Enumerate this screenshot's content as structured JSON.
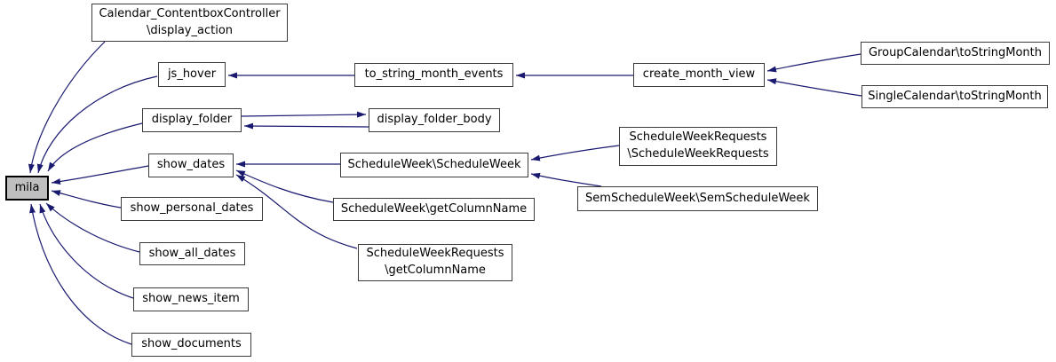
{
  "diagram": {
    "kind": "doxygen-caller-graph",
    "background_color": "#ffffff",
    "edge_color": "#191970",
    "node_fill": "#ffffff",
    "node_border_color": "#3b3b3b",
    "focus_node_fill": "#bfbfbf",
    "focus_node_border_color": "#000000"
  },
  "nodes": [
    {
      "id": "mila",
      "label": "mila",
      "focus": true
    },
    {
      "id": "display_action",
      "label": "Calendar_ContentboxController\n\\display_action"
    },
    {
      "id": "js_hover",
      "label": "js_hover"
    },
    {
      "id": "to_string_month_events",
      "label": "to_string_month_events"
    },
    {
      "id": "create_month_view",
      "label": "create_month_view"
    },
    {
      "id": "group_toStringMonth",
      "label": "GroupCalendar\\toStringMonth"
    },
    {
      "id": "single_toStringMonth",
      "label": "SingleCalendar\\toStringMonth"
    },
    {
      "id": "display_folder",
      "label": "display_folder"
    },
    {
      "id": "display_folder_body",
      "label": "display_folder_body"
    },
    {
      "id": "show_dates",
      "label": "show_dates"
    },
    {
      "id": "sw_scheduleweek",
      "label": "ScheduleWeek\\ScheduleWeek"
    },
    {
      "id": "swr_scheduleweekrequests",
      "label": "ScheduleWeekRequests\n\\ScheduleWeekRequests"
    },
    {
      "id": "sem_semscheduleweek",
      "label": "SemScheduleWeek\\SemScheduleWeek"
    },
    {
      "id": "show_personal_dates",
      "label": "show_personal_dates"
    },
    {
      "id": "sw_getcolumnname",
      "label": "ScheduleWeek\\getColumnName"
    },
    {
      "id": "show_all_dates",
      "label": "show_all_dates"
    },
    {
      "id": "swr_getcolumnname",
      "label": "ScheduleWeekRequests\n\\getColumnName"
    },
    {
      "id": "show_news_item",
      "label": "show_news_item"
    },
    {
      "id": "show_documents",
      "label": "show_documents"
    }
  ],
  "edges": [
    {
      "from": "display_action",
      "to": "mila"
    },
    {
      "from": "js_hover",
      "to": "mila"
    },
    {
      "from": "display_folder",
      "to": "mila"
    },
    {
      "from": "show_dates",
      "to": "mila"
    },
    {
      "from": "show_personal_dates",
      "to": "mila"
    },
    {
      "from": "show_all_dates",
      "to": "mila"
    },
    {
      "from": "show_news_item",
      "to": "mila"
    },
    {
      "from": "show_documents",
      "to": "mila"
    },
    {
      "from": "to_string_month_events",
      "to": "js_hover"
    },
    {
      "from": "create_month_view",
      "to": "to_string_month_events"
    },
    {
      "from": "group_toStringMonth",
      "to": "create_month_view"
    },
    {
      "from": "single_toStringMonth",
      "to": "create_month_view"
    },
    {
      "from": "display_folder",
      "to": "display_folder_body"
    },
    {
      "from": "display_folder_body",
      "to": "display_folder"
    },
    {
      "from": "sw_scheduleweek",
      "to": "show_dates"
    },
    {
      "from": "sw_getcolumnname",
      "to": "show_dates"
    },
    {
      "from": "swr_getcolumnname",
      "to": "show_dates"
    },
    {
      "from": "swr_scheduleweekrequests",
      "to": "sw_scheduleweek"
    },
    {
      "from": "sem_semscheduleweek",
      "to": "sw_scheduleweek"
    }
  ]
}
